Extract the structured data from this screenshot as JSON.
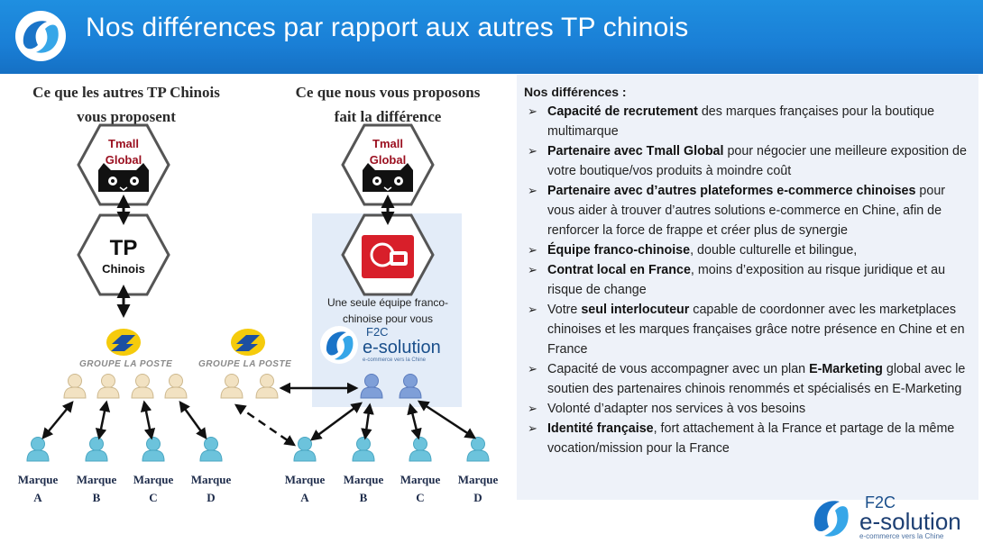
{
  "header": {
    "title": "Nos différences par rapport aux autres TP chinois"
  },
  "left_column": {
    "title_line1": "Ce que les autres TP Chinois",
    "title_line2": "vous proposent"
  },
  "middle_column": {
    "title_line1": "Ce que nous vous proposons",
    "title_line2": "fait la différence"
  },
  "tmall": {
    "line1": "Tmall",
    "line2": "Global"
  },
  "tp_chinois": {
    "line1": "TP",
    "line2": "Chinois"
  },
  "equipe_text": {
    "line1": "Une seule équipe franco-",
    "line2": "chinoise pour vous"
  },
  "groupe_la_poste": "GROUPE LA POSTE",
  "f2c_brand": {
    "name": "F2C",
    "name_line": "e-solution",
    "tagline": "e-commerce vers la Chine"
  },
  "marques_left": [
    {
      "line1": "Marque",
      "line2": "A"
    },
    {
      "line1": "Marque",
      "line2": "B"
    },
    {
      "line1": "Marque",
      "line2": "C"
    },
    {
      "line1": "Marque",
      "line2": "D"
    }
  ],
  "marques_right": [
    {
      "line1": "Marque",
      "line2": "A"
    },
    {
      "line1": "Marque",
      "line2": "B"
    },
    {
      "line1": "Marque",
      "line2": "C"
    },
    {
      "line1": "Marque",
      "line2": "D"
    }
  ],
  "differences": {
    "title": "Nos différences :",
    "items": [
      {
        "bold": "Capacité de recrutement",
        "text": " des marques françaises pour la boutique multimarque",
        "lead": ""
      },
      {
        "bold": "Partenaire avec Tmall Global",
        "text": " pour négocier une meilleure exposition de votre boutique/vos produits à moindre coût",
        "lead": ""
      },
      {
        "bold": "Partenaire avec d’autres plateformes e-commerce chinoises",
        "text": " pour vous aider à trouver d’autres solutions e-commerce en Chine, afin de renforcer la force de frappe et créer plus de synergie",
        "lead": ""
      },
      {
        "bold": "Équipe franco-chinoise",
        "text": ", double culturelle et bilingue,",
        "lead": ""
      },
      {
        "bold": "Contrat local en France",
        "text": ", moins d’exposition au risque juridique et au risque de change",
        "lead": ""
      },
      {
        "lead": "Votre ",
        "bold": "seul interlocuteur",
        "text": " capable de coordonner avec les marketplaces chinoises et les marques françaises grâce notre présence en Chine et en France"
      },
      {
        "lead": "Capacité de vous accompagner avec un plan ",
        "bold": "E-Marketing",
        "text": " global avec le soutien des partenaires chinois renommés et spécialisés en E-Marketing"
      },
      {
        "lead": "Volonté d’adapter nos services à vos besoins",
        "bold": "",
        "text": ""
      },
      {
        "bold": "Identité française",
        "text": ", fort attachement à la France et partage de la même vocation/mission pour la France",
        "lead": ""
      }
    ]
  },
  "colors": {
    "header_blue": "#1a7fd6",
    "tmall_red": "#b0102b",
    "person_beige": "#f2e2c2",
    "person_blue": "#7f9fd8",
    "person_cyan": "#6cc3dc",
    "lp_yellow": "#f5cb0c",
    "lp_blue": "#1d4fa1"
  }
}
